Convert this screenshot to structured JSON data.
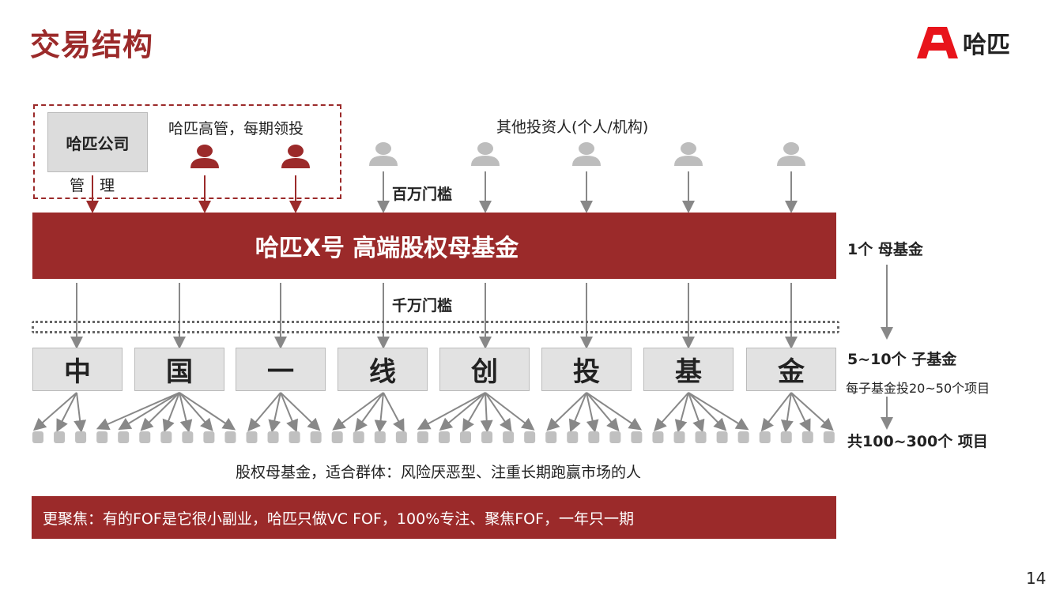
{
  "title": "交易结构",
  "logo": {
    "text": "哈匹",
    "letter": "A"
  },
  "top": {
    "company": "哈匹公司",
    "manage": "管　理",
    "exec": "哈匹高管，每期领投",
    "others": "其他投资人(个人/机构)",
    "threshold1": "百万门槛"
  },
  "fund": {
    "name": "哈匹X号  高端股权母基金",
    "threshold2": "千万门槛"
  },
  "sub_funds": [
    "中",
    "国",
    "一",
    "线",
    "创",
    "投",
    "基",
    "金"
  ],
  "project_groups": [
    3,
    7,
    4,
    4,
    6,
    5,
    5,
    4
  ],
  "right": {
    "mother": "1个 母基金",
    "children": "5~10个 子基金",
    "per_child": "每子基金投20~50个项目",
    "projects": "共100~300个 项目"
  },
  "suitable": "股权母基金，适合群体：风险厌恶型、注重长期跑赢市场的人",
  "footer": "更聚焦：有的FOF是它很小副业，哈匹只做VC FOF，100%专注、聚焦FOF，一年只一期",
  "page_number": "14",
  "colors": {
    "brand": "#9b2a2a",
    "gray": "#888888",
    "logo_red": "#e8141b"
  }
}
